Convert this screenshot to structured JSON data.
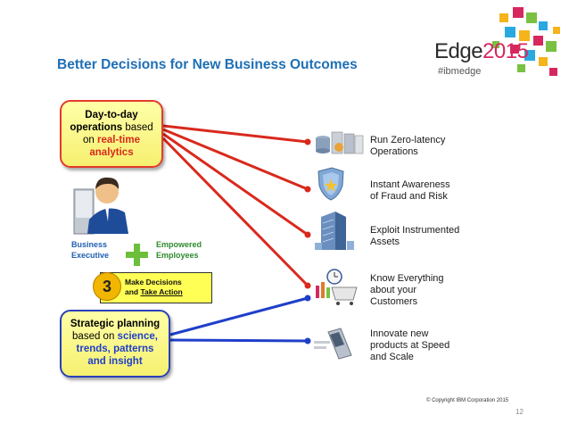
{
  "slide": {
    "title": "Better Decisions for New Business Outcomes",
    "page_number": "12",
    "copyright": "© Copyright IBM Corporation 2015"
  },
  "logo": {
    "brand": "Edge",
    "year": "2015",
    "hashtag": "#ibmedge"
  },
  "day_box": {
    "line1": "Day-to-day",
    "line2_bold": "operations",
    "line2_rest": " based",
    "line3_pre": "on ",
    "line3_highlight": "real-time",
    "line4": "analytics"
  },
  "strategic_box": {
    "line1": "Strategic planning",
    "line2_pre": "based on ",
    "line2_highlight": "science,",
    "line3": "trends, patterns",
    "line4": "and insight"
  },
  "people": {
    "business_exec_line1": "Business",
    "business_exec_line2": "Executive",
    "empowered_line1": "Empowered",
    "empowered_line2": "Employees"
  },
  "make_decisions": {
    "number": "3",
    "line1": "Make Decisions",
    "line2_pre": "and ",
    "line2_underlined": "Take Action"
  },
  "outcomes": [
    {
      "line1": "Run Zero-latency",
      "line2": "Operations",
      "line3": "",
      "icon": "database-servers-icon"
    },
    {
      "line1": "Instant Awareness",
      "line2": "of Fraud and Risk",
      "line3": "",
      "icon": "security-shield-icon"
    },
    {
      "line1": "Exploit Instrumented",
      "line2": "Assets",
      "line3": "",
      "icon": "building-icon"
    },
    {
      "line1": "Know Everything",
      "line2": "about your",
      "line3": "Customers",
      "icon": "shopping-cart-icon"
    },
    {
      "line1": "Innovate new",
      "line2": "products at Speed",
      "line3": "and Scale",
      "icon": "handheld-device-icon"
    }
  ],
  "colors": {
    "title": "#1f6fb5",
    "red_link": "#d9291c",
    "blue_link": "#1f3fc9",
    "box_fill": "#ffff88",
    "accent_pink": "#d6285f",
    "plus_green": "#6cbf3a"
  }
}
